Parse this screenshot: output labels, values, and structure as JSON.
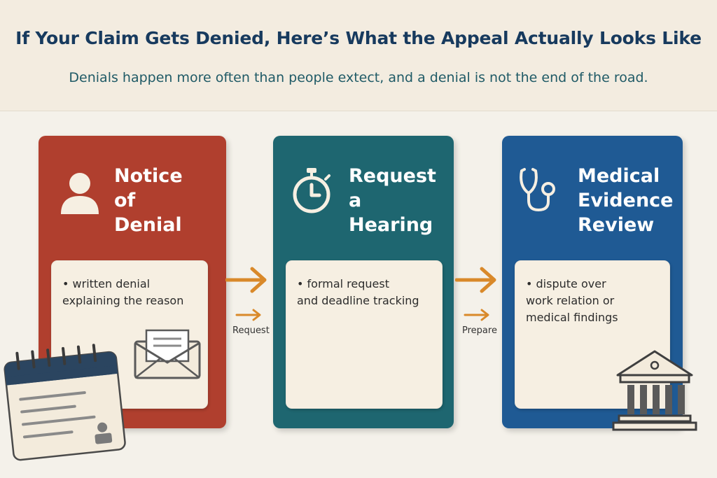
{
  "header": {
    "title": "If Your Claim Gets Denied, Here’s What the Appeal Actually Looks Like",
    "subtitle": "Denials happen more often than people extect, and a denial is not the end of the road."
  },
  "steps": [
    {
      "title": "Notice\nof\nDenial",
      "bullet": "• written denial\n  explaining the reason",
      "icon": "person-icon",
      "color": "#b03f2e"
    },
    {
      "title": "Request\na\nHearing",
      "bullet": "• formal request\n  and deadline tracking",
      "icon": "stopwatch-icon",
      "color": "#1e6670"
    },
    {
      "title": "Medical\nEvidence\nReview",
      "bullet": "• dispute over\n  work relation or\n  medical findings",
      "icon": "stethoscope-icon",
      "color": "#1f5a94"
    }
  ],
  "connectors": [
    {
      "label": "Request"
    },
    {
      "label": "Prepare"
    }
  ],
  "colors": {
    "arrow": "#d9892a",
    "title": "#173a5e",
    "subtitle": "#1f5a66",
    "header_bg": "#f3ece0",
    "page_bg": "#f4f1ea"
  },
  "decorations": [
    "envelope-icon",
    "calendar-icon",
    "courthouse-icon"
  ]
}
